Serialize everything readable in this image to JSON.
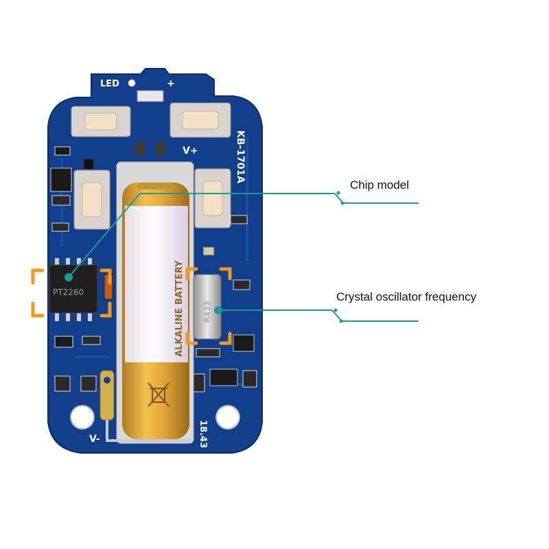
{
  "callouts": {
    "chip": {
      "label": "Chip model"
    },
    "crystal": {
      "label": "Crystal oscillator frequency"
    }
  },
  "board": {
    "led_label": "LED",
    "plus_label": "+",
    "vplus_label": "V+",
    "vminus_label": "V-",
    "model_label": "KB-1701A",
    "date_label": "18.43",
    "chip_marking": "PT2260",
    "crystal_marking": "R433",
    "battery_text": "ALKALINE BATTERY"
  },
  "colors": {
    "pcb": "#123f8c",
    "callout_line": "#1e9a94",
    "highlight": "#f29a1f",
    "battery_gold": "#d9a441"
  },
  "icons": {
    "chip": "ic-chip-icon",
    "crystal": "crystal-oscillator-icon",
    "recycle": "crossed-bin-icon"
  }
}
